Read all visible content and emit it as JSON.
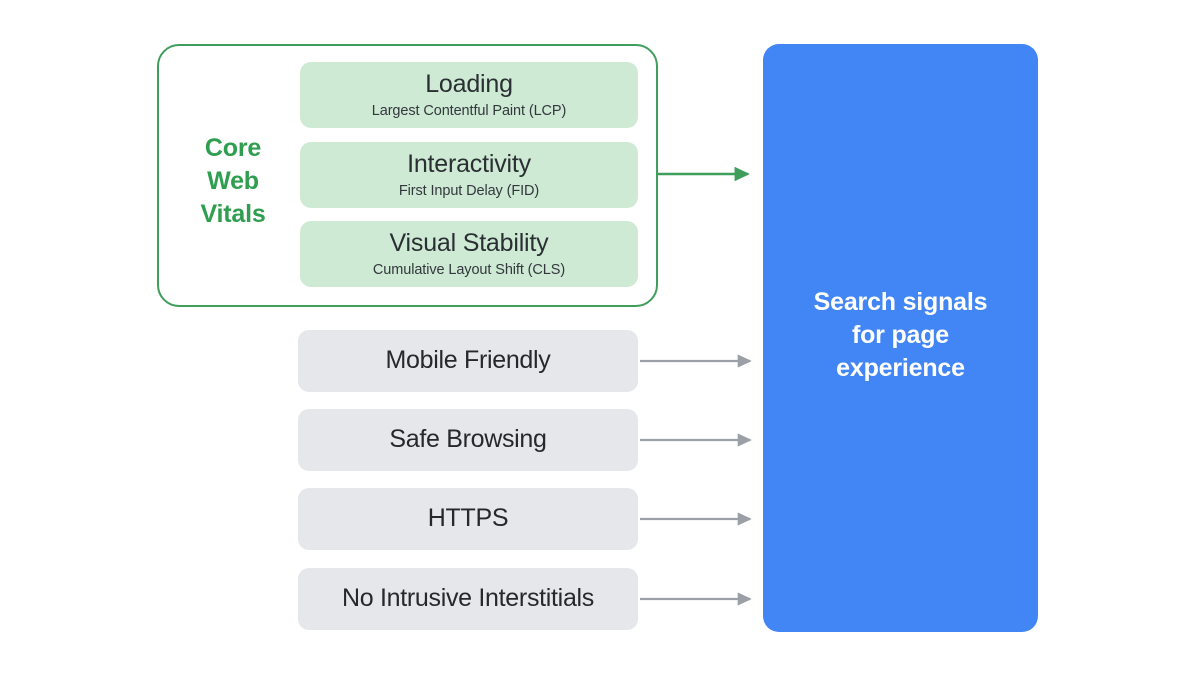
{
  "diagram": {
    "title_group": {
      "label_lines": [
        "Core",
        "Web",
        "Vitals"
      ],
      "accent_color": "#2f9e4f",
      "border_color": "#3f9e5c"
    },
    "core_web_vitals": [
      {
        "title": "Loading",
        "subtitle": "Largest Contentful Paint (LCP)",
        "card_color": "#cee9d4"
      },
      {
        "title": "Interactivity",
        "subtitle": "First Input Delay (FID)",
        "card_color": "#cee9d4"
      },
      {
        "title": "Visual Stability",
        "subtitle": "Cumulative Layout Shift (CLS)",
        "card_color": "#cee9d4"
      }
    ],
    "other_signals": [
      {
        "label": "Mobile Friendly",
        "card_color": "#e5e7ea"
      },
      {
        "label": "Safe Browsing",
        "card_color": "#e5e7ea"
      },
      {
        "label": "HTTPS",
        "card_color": "#e5e7ea"
      },
      {
        "label": "No Intrusive Interstitials",
        "card_color": "#e5e7ea"
      }
    ],
    "destination": {
      "lines": [
        "Search signals",
        "for page",
        "experience"
      ],
      "box_color": "#4285f4",
      "text_color": "#ffffff"
    },
    "connectors": {
      "core_web_vitals_arrow_color": "#3f9e5c",
      "signal_arrow_color": "#9aa0a6",
      "count": 5
    }
  }
}
